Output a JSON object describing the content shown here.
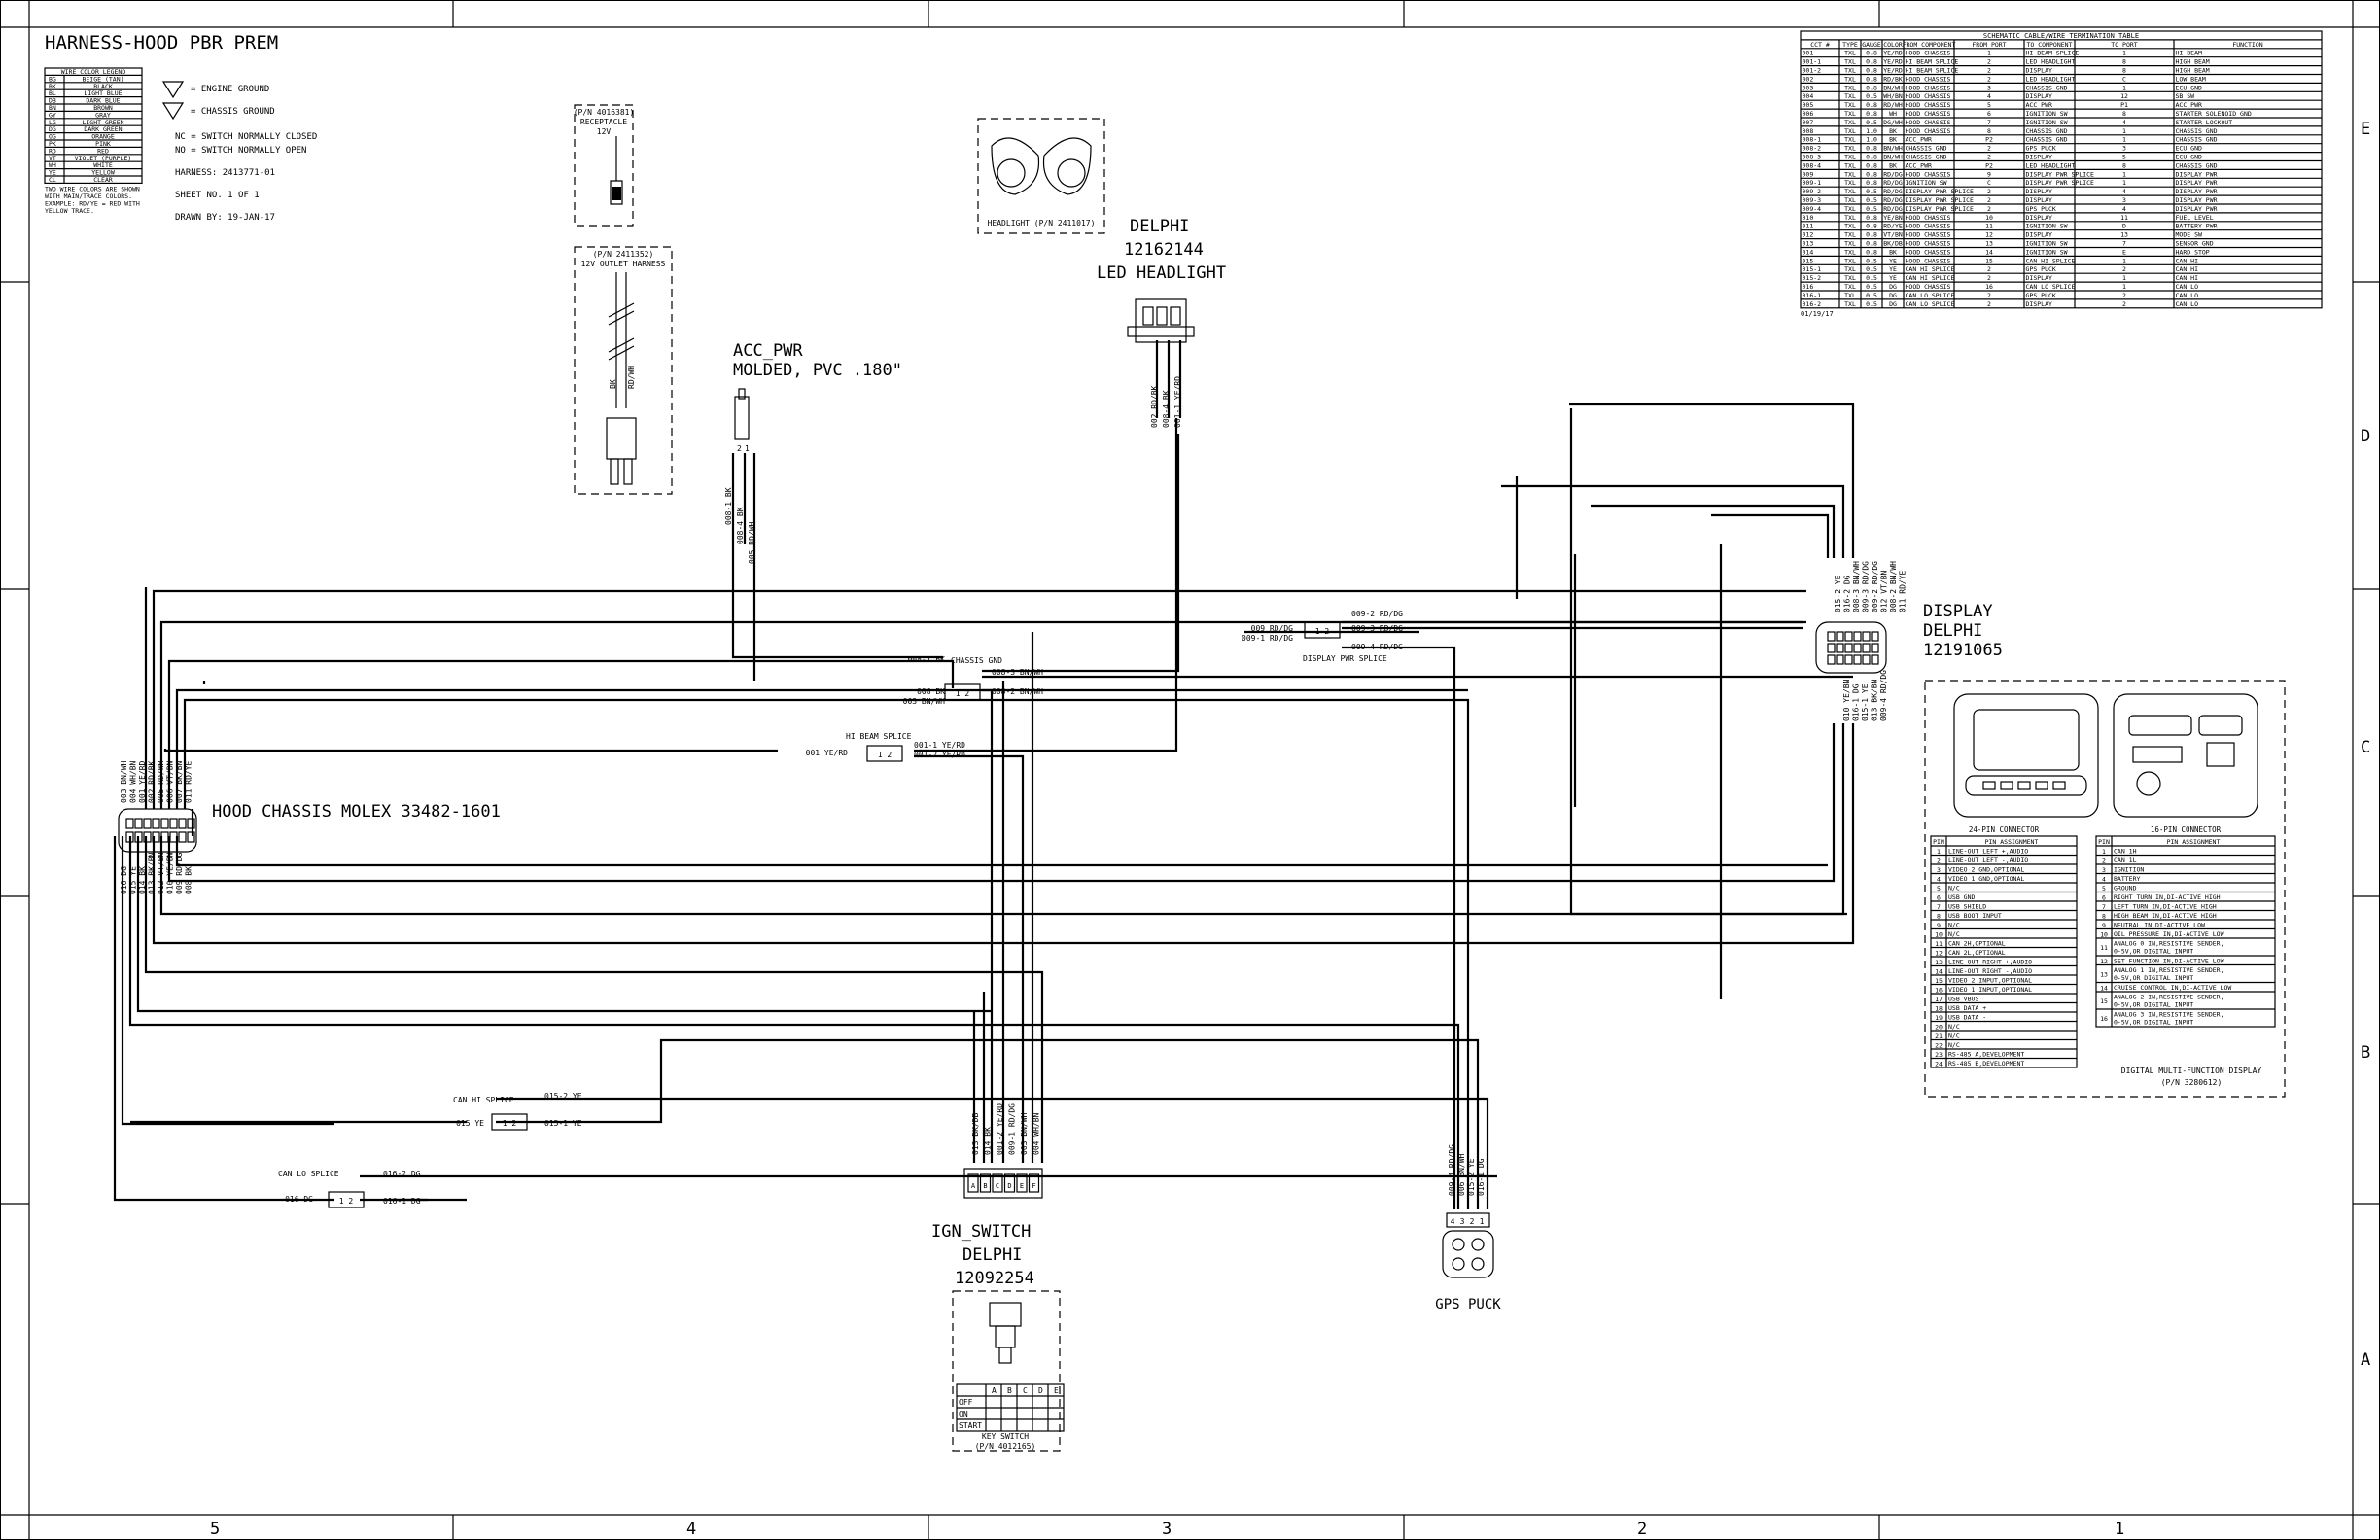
{
  "title": "HARNESS-HOOD PBR PREM",
  "border": {
    "columns": [
      "5",
      "4",
      "3",
      "2",
      "1"
    ],
    "rows": [
      "E",
      "D",
      "C",
      "B",
      "A"
    ]
  },
  "wire_color_legend": {
    "header": "WIRE COLOR LEGEND",
    "rows": [
      [
        "BG",
        "BEIGE (TAN)"
      ],
      [
        "BK",
        "BLACK"
      ],
      [
        "BL",
        "LIGHT BLUE"
      ],
      [
        "DB",
        "DARK BLUE"
      ],
      [
        "BN",
        "BROWN"
      ],
      [
        "GY",
        "GRAY"
      ],
      [
        "LG",
        "LIGHT GREEN"
      ],
      [
        "DG",
        "DARK GREEN"
      ],
      [
        "OG",
        "ORANGE"
      ],
      [
        "PK",
        "PINK"
      ],
      [
        "RD",
        "RED"
      ],
      [
        "VT",
        "VIOLET (PURPLE)"
      ],
      [
        "WH",
        "WHITE"
      ],
      [
        "YE",
        "YELLOW"
      ],
      [
        "CL",
        "CLEAR"
      ]
    ],
    "note": [
      "TWO WIRE COLORS ARE SHOWN",
      "WITH MAIN/TRACE COLORS.",
      "EXAMPLE: RD/YE = RED WITH",
      "YELLOW TRACE."
    ]
  },
  "notes": {
    "engine_ground": "= ENGINE GROUND",
    "chassis_ground": "= CHASSIS GROUND",
    "nc": "NC = SWITCH NORMALLY CLOSED",
    "no": "NO = SWITCH NORMALLY OPEN",
    "harness": "HARNESS: 2413771-01",
    "sheet": "SHEET NO. 1 OF 1",
    "drawn": "DRAWN BY: 19-JAN-17"
  },
  "receptacle": {
    "label": [
      "(P/N 4016381)",
      "RECEPTACLE",
      "12V"
    ]
  },
  "outlet_harness": {
    "label": [
      "(P/N 2411352)",
      "12V OUTLET HARNESS"
    ],
    "wires": [
      "BK",
      "RD/WH"
    ]
  },
  "acc_pwr": {
    "name": "ACC_PWR",
    "desc": "MOLDED, PVC .180\"",
    "pins": [
      "2",
      "1"
    ],
    "wires": [
      "008-1 BK",
      "008-4 BK",
      "005 RD/WH"
    ]
  },
  "headlight": {
    "caption": "HEADLIGHT (P/N 2411017)",
    "maker": "DELPHI",
    "part": "12162144",
    "desc": "LED HEADLIGHT",
    "wires": [
      "002 RD/BK",
      "008-4 BK",
      "001-1 YE/RD"
    ]
  },
  "display": {
    "name": "DISPLAY",
    "maker": "DELPHI",
    "part": "12191065",
    "wires_top": [
      "015-2 YE",
      "016-2 DG",
      "008-3 BN/WH",
      "009-3 RD/DG",
      "009-2 RD/DG",
      "012 VT/BN",
      "008-2 BN/WH",
      "011 RD/YE"
    ],
    "wires_bottom": [
      "010 YE/BN",
      "016-1 DG",
      "015-1 YE",
      "013 BK/BN",
      "009-4 RD/DG"
    ]
  },
  "hood_chassis": {
    "name": "HOOD CHASSIS MOLEX 33482-1601",
    "wires_top": [
      "003 BN/WH",
      "004 WH/BN",
      "001 YE/RD",
      "002 RD/BK",
      "005 RD/WH",
      "006 VT/BN",
      "007 BK/BN",
      "011 RD/YE"
    ],
    "wires_bottom": [
      "016 DG",
      "015 YE",
      "014 BK",
      "013 BK/BN",
      "012 VT/BN",
      "010 YE/BN",
      "009 RD/DG",
      "008 BK"
    ]
  },
  "splices": {
    "chassis_gnd": {
      "name": "CHASSIS GND",
      "left": [
        "008-1 BK",
        "008 BK",
        "003 BN/WH"
      ],
      "right": [
        "008-3 BN/WH",
        "008-2 BN/WH"
      ],
      "pins": "1 2"
    },
    "hi_beam": {
      "name": "HI BEAM SPLICE",
      "left": [
        "001 YE/RD"
      ],
      "right": [
        "001-1 YE/RD",
        "001-2 YE/RD"
      ],
      "pins": "1 2"
    },
    "display_pwr": {
      "name": "DISPLAY PWR SPLICE",
      "left": [
        "009 RD/DG",
        "009-1 RD/DG"
      ],
      "right": [
        "009-2 RD/DG",
        "009-3 RD/DG",
        "009-4 RD/DG"
      ],
      "pins": "1 2"
    },
    "can_hi": {
      "name": "CAN HI SPLICE",
      "left": [
        "015 YE"
      ],
      "right": [
        "015-2 YE",
        "015-1 YE"
      ],
      "pins": "1 2"
    },
    "can_lo": {
      "name": "CAN LO SPLICE",
      "left": [
        "016 DG"
      ],
      "right": [
        "016-2 DG",
        "016-1 DG"
      ],
      "pins": "1 2"
    }
  },
  "ign_switch": {
    "name": "IGN_SWITCH",
    "maker": "DELPHI",
    "part": "12092254",
    "wires": [
      "013 BK/DB",
      "014 BK",
      "001-2 YE/RD",
      "009-1 RD/DG",
      "003 BN/WH",
      "004 WH/BN"
    ],
    "pins": [
      "A",
      "B",
      "C",
      "D",
      "E",
      "F"
    ],
    "key_table": {
      "cols": [
        "A",
        "B",
        "C",
        "D",
        "E"
      ],
      "rows": [
        "OFF",
        "ON",
        "START"
      ]
    },
    "caption": [
      "KEY SWITCH",
      "(P/N 4012165)"
    ]
  },
  "gps": {
    "name": "GPS PUCK",
    "wires": [
      "009-4 RD/DG",
      "006 BN/WH",
      "015-2 YE",
      "016-1 DG"
    ],
    "pins": [
      "4",
      "3",
      "2",
      "1"
    ]
  },
  "term_table": {
    "title": "SCHEMATIC CABLE/WIRE TERMINATION TABLE",
    "headers": [
      "CCT #",
      "TYPE",
      "GAUGE",
      "COLOR",
      "FROM COMPONENT",
      "FROM PORT",
      "TO COMPONENT",
      "TO PORT",
      "FUNCTION"
    ],
    "rows": [
      [
        "001",
        "TXL",
        "0.8",
        "YE/RD",
        "HOOD CHASSIS",
        "1",
        "HI BEAM SPLICE",
        "1",
        "HI BEAM"
      ],
      [
        "001-1",
        "TXL",
        "0.8",
        "YE/RD",
        "HI BEAM SPLICE",
        "2",
        "LED HEADLIGHT",
        "8",
        "HIGH BEAM"
      ],
      [
        "001-2",
        "TXL",
        "0.8",
        "YE/RD",
        "HI BEAM SPLICE",
        "2",
        "DISPLAY",
        "8",
        "HIGH BEAM"
      ],
      [
        "002",
        "TXL",
        "0.8",
        "RD/BK",
        "HOOD CHASSIS",
        "2",
        "LED HEADLIGHT",
        "C",
        "LOW BEAM"
      ],
      [
        "003",
        "TXL",
        "0.8",
        "BN/WH",
        "HOOD CHASSIS",
        "3",
        "CHASSIS GND",
        "1",
        "ECU GND"
      ],
      [
        "004",
        "TXL",
        "0.5",
        "WH/BN",
        "HOOD CHASSIS",
        "4",
        "DISPLAY",
        "12",
        "SB SW"
      ],
      [
        "005",
        "TXL",
        "0.8",
        "RD/WH",
        "HOOD CHASSIS",
        "5",
        "ACC PWR",
        "P1",
        "ACC PWR"
      ],
      [
        "006",
        "TXL",
        "0.8",
        "WH",
        "HOOD CHASSIS",
        "6",
        "IGNITION SW",
        "8",
        "STARTER SOLENOID GND"
      ],
      [
        "007",
        "TXL",
        "0.5",
        "DG/WH",
        "HOOD CHASSIS",
        "7",
        "IGNITION SW",
        "4",
        "STARTER LOCKOUT"
      ],
      [
        "008",
        "TXL",
        "1.0",
        "BK",
        "HOOD CHASSIS",
        "8",
        "CHASSIS GND",
        "1",
        "CHASSIS GND"
      ],
      [
        "008-1",
        "TXL",
        "1.0",
        "BK",
        "ACC_PWR",
        "P2",
        "CHASSIS GND",
        "1",
        "CHASSIS GND"
      ],
      [
        "008-2",
        "TXL",
        "0.8",
        "BN/WH",
        "CHASSIS GND",
        "2",
        "GPS PUCK",
        "3",
        "ECU GND"
      ],
      [
        "008-3",
        "TXL",
        "0.8",
        "BN/WH",
        "CHASSIS GND",
        "2",
        "DISPLAY",
        "5",
        "ECU GND"
      ],
      [
        "008-4",
        "TXL",
        "0.8",
        "BK",
        "ACC_PWR",
        "P2",
        "LED HEADLIGHT",
        "8",
        "CHASSIS GND"
      ],
      [
        "009",
        "TXL",
        "0.8",
        "RD/DG",
        "HOOD CHASSIS",
        "9",
        "DISPLAY PWR SPLICE",
        "1",
        "DISPLAY PWR"
      ],
      [
        "009-1",
        "TXL",
        "0.8",
        "RD/DG",
        "IGNITION SW",
        "C",
        "DISPLAY PWR SPLICE",
        "1",
        "DISPLAY PWR"
      ],
      [
        "009-2",
        "TXL",
        "0.5",
        "RD/DG",
        "DISPLAY PWR SPLICE",
        "2",
        "DISPLAY",
        "4",
        "DISPLAY PWR"
      ],
      [
        "009-3",
        "TXL",
        "0.5",
        "RD/DG",
        "DISPLAY PWR SPLICE",
        "2",
        "DISPLAY",
        "3",
        "DISPLAY PWR"
      ],
      [
        "009-4",
        "TXL",
        "0.5",
        "RD/DG",
        "DISPLAY PWR SPLICE",
        "2",
        "GPS PUCK",
        "4",
        "DISPLAY PWR"
      ],
      [
        "010",
        "TXL",
        "0.8",
        "YE/BN",
        "HOOD CHASSIS",
        "10",
        "DISPLAY",
        "11",
        "FUEL LEVEL"
      ],
      [
        "011",
        "TXL",
        "0.8",
        "RD/YE",
        "HOOD CHASSIS",
        "11",
        "IGNITION SW",
        "D",
        "BATTERY PWR"
      ],
      [
        "012",
        "TXL",
        "0.8",
        "VT/BN",
        "HOOD CHASSIS",
        "12",
        "DISPLAY",
        "13",
        "MODE SW"
      ],
      [
        "013",
        "TXL",
        "0.8",
        "BK/DB",
        "HOOD CHASSIS",
        "13",
        "IGNITION SW",
        "7",
        "SENSOR GND"
      ],
      [
        "014",
        "TXL",
        "0.8",
        "BK",
        "HOOD CHASSIS",
        "14",
        "IGNITION SW",
        "E",
        "HARD STOP"
      ],
      [
        "015",
        "TXL",
        "0.5",
        "YE",
        "HOOD CHASSIS",
        "15",
        "CAN HI SPLICE",
        "1",
        "CAN HI"
      ],
      [
        "015-1",
        "TXL",
        "0.5",
        "YE",
        "CAN HI SPLICE",
        "2",
        "GPS PUCK",
        "2",
        "CAN HI"
      ],
      [
        "015-2",
        "TXL",
        "0.5",
        "YE",
        "CAN HI SPLICE",
        "2",
        "DISPLAY",
        "1",
        "CAN HI"
      ],
      [
        "016",
        "TXL",
        "0.5",
        "DG",
        "HOOD CHASSIS",
        "16",
        "CAN LO SPLICE",
        "1",
        "CAN LO"
      ],
      [
        "016-1",
        "TXL",
        "0.5",
        "DG",
        "CAN LO SPLICE",
        "2",
        "GPS PUCK",
        "2",
        "CAN LO"
      ],
      [
        "016-2",
        "TXL",
        "0.5",
        "DG",
        "CAN LO SPLICE",
        "2",
        "DISPLAY",
        "2",
        "CAN LO"
      ]
    ],
    "date": "01/19/17"
  },
  "pin24": {
    "title": "24-PIN CONNECTOR",
    "headers": [
      "PIN",
      "PIN ASSIGNMENT"
    ],
    "rows": [
      [
        "1",
        "LINE-OUT LEFT +,AUDIO"
      ],
      [
        "2",
        "LINE-OUT LEFT -,AUDIO"
      ],
      [
        "3",
        "VIDEO 2 GND,OPTIONAL"
      ],
      [
        "4",
        "VIDEO 1 GND,OPTIONAL"
      ],
      [
        "5",
        "N/C"
      ],
      [
        "6",
        "USB GND"
      ],
      [
        "7",
        "USB SHIELD"
      ],
      [
        "8",
        "USB BOOT INPUT"
      ],
      [
        "9",
        "N/C"
      ],
      [
        "10",
        "N/C"
      ],
      [
        "11",
        "CAN 2H,OPTIONAL"
      ],
      [
        "12",
        "CAN 2L,OPTIONAL"
      ],
      [
        "13",
        "LINE-OUT RIGHT +,AUDIO"
      ],
      [
        "14",
        "LINE-OUT RIGHT -,AUDIO"
      ],
      [
        "15",
        "VIDEO 2 INPUT,OPTIONAL"
      ],
      [
        "16",
        "VIDEO 1 INPUT,OPTIONAL"
      ],
      [
        "17",
        "USB VBUS"
      ],
      [
        "18",
        "USB DATA +"
      ],
      [
        "19",
        "USB DATA -"
      ],
      [
        "20",
        "N/C"
      ],
      [
        "21",
        "N/C"
      ],
      [
        "22",
        "N/C"
      ],
      [
        "23",
        "RS-485 A,DEVELOPMENT"
      ],
      [
        "24",
        "RS-485 B,DEVELOPMENT"
      ]
    ]
  },
  "pin16": {
    "title": "16-PIN CONNECTOR",
    "headers": [
      "PIN",
      "PIN ASSIGNMENT"
    ],
    "rows": [
      [
        "1",
        "CAN 1H"
      ],
      [
        "2",
        "CAN 1L"
      ],
      [
        "3",
        "IGNITION"
      ],
      [
        "4",
        "BATTERY"
      ],
      [
        "5",
        "GROUND"
      ],
      [
        "6",
        "RIGHT TURN IN,DI-ACTIVE HIGH"
      ],
      [
        "7",
        "LEFT TURN IN,DI-ACTIVE HIGH"
      ],
      [
        "8",
        "HIGH BEAM IN,DI-ACTIVE HIGH"
      ],
      [
        "9",
        "NEUTRAL IN,DI-ACTIVE LOW"
      ],
      [
        "10",
        "OIL PRESSURE IN,DI-ACTIVE LOW"
      ],
      [
        "11",
        "ANALOG 0 IN,RESISTIVE SENDER, 0-5V,OR DIGITAL INPUT"
      ],
      [
        "12",
        "SET FUNCTION IN,DI-ACTIVE LOW"
      ],
      [
        "13",
        "ANALOG 1 IN,RESISTIVE SENDER, 0-5V,OR DIGITAL INPUT"
      ],
      [
        "14",
        "CRUISE CONTROL IN,DI-ACTIVE LOW"
      ],
      [
        "15",
        "ANALOG 2 IN,RESISTIVE SENDER, 0-5V,OR DIGITAL INPUT"
      ],
      [
        "16",
        "ANALOG 3 IN,RESISTIVE SENDER, 0-5V,OR DIGITAL INPUT"
      ]
    ],
    "caption": [
      "DIGITAL MULTI-FUNCTION DISPLAY",
      "(P/N 3280612)"
    ]
  }
}
